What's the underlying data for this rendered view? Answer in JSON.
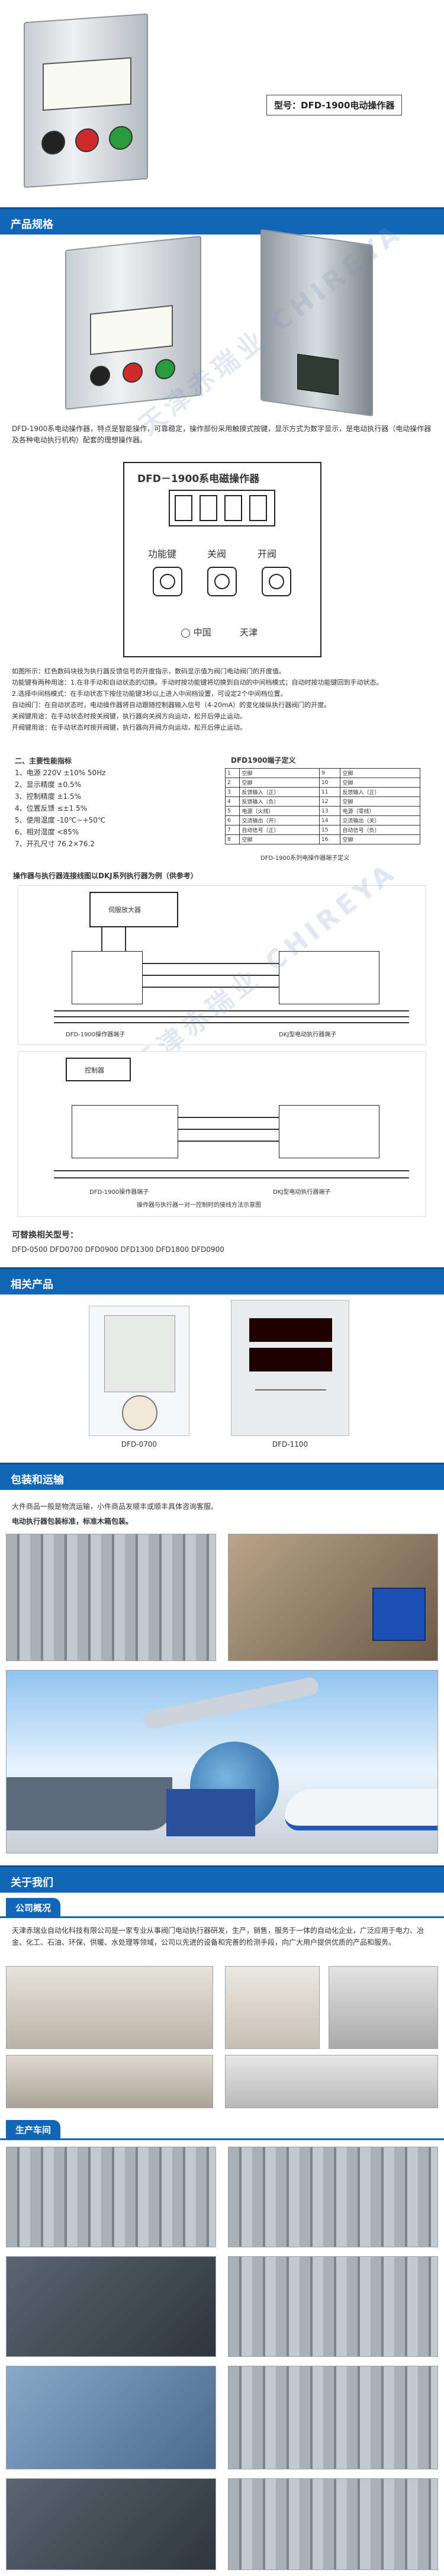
{
  "hero": {
    "model_caption": "型号：DFD-1900电动操作器"
  },
  "sections": {
    "specs": "产品规格",
    "related": "相关产品",
    "packing": "包装和运输",
    "about": "关于我们",
    "company_overview": "公司概况",
    "workshop": "生产车间"
  },
  "intro": "DFD-1900系电动操作器，特点是智能操作，可靠稳定，操作部份采用触摸式按键，显示方式为数字显示，是电动执行器（电动操作器及各种电动执行机构）配套的理想操作器。",
  "panel": {
    "title": "DFD－1900系电磁操作器",
    "keys": [
      "功能键",
      "关阀",
      "开阀"
    ],
    "footer": [
      "中国",
      "天津"
    ]
  },
  "desc_lines": [
    "如图所示：红色数码块技为执行器反馈信号的开度指示，数码显示值为阀门电动阀门的开度值。",
    "功能键有两种用途：1.在非手动和自动状态的切换。手动时按功能键将切换到自动的中间档模式；自动时按功能键回到手动状态。",
    "2.选择中间档模式：在手动状态下按住功能键3秒以上进入中间档设置，可设定2个中间档位置。",
    "自动阀门：在自动状态时，电动操作器将自动跟随控制器输入信号（4-20mA）的变化操纵执行器阀门的开度。",
    "关阀键用途：在手动状态时按关阀键，执行器向关阀方向运动，松开后停止运动。",
    "开阀键用途：在手动状态时按开阀键，执行器向开阀方向运动，松开后停止运动。"
  ],
  "params": {
    "heading": "二、主要性能指标",
    "items": [
      "1、电源 220V ±10% 50Hz",
      "2、显示精度 ±0.5%",
      "3、控制精度 ±1.5%",
      "4、位置反馈 ≤±1.5%",
      "5、使用温度 -10℃~+50℃",
      "6、相对湿度 <85%",
      "7、开孔尺寸 76.2×76.2"
    ]
  },
  "terminal": {
    "heading": "DFD1900端子定义",
    "rows": [
      [
        "1",
        "空脚",
        "9",
        "空脚"
      ],
      [
        "2",
        "空脚",
        "10",
        "空脚"
      ],
      [
        "3",
        "反馈输入（正）",
        "11",
        "反馈输入（正）"
      ],
      [
        "4",
        "反馈输入（负）",
        "12",
        "空脚"
      ],
      [
        "5",
        "电源（火线）",
        "13",
        "电源（零线）"
      ],
      [
        "6",
        "交流输出（开）",
        "14",
        "交流输出（关）"
      ],
      [
        "7",
        "自动信号（正）",
        "15",
        "自动信号（负）"
      ],
      [
        "8",
        "空脚",
        "16",
        "空脚"
      ]
    ],
    "caption": "DFD-1900系列电操作器端子定义"
  },
  "wiring": {
    "heading": "操作器与执行器连接线图以DKJ系列执行器为例（供参考）",
    "caption1": "DFD-1900操作器端子",
    "caption2": "DKJ型电动执行器端子",
    "caption3": "DFD-1900操作器端子",
    "caption4": "DKJ型电动执行器端子",
    "caption5": "操作器与执行器一对一控制时的接线方法示意图",
    "label_a": "伺服放大器",
    "label_b": "控制器"
  },
  "replace": {
    "heading": "可替换相关型号：",
    "models": "DFD-0500 DFD0700 DFD0900 DFD1300 DFD1800 DFD0900"
  },
  "related_products": [
    {
      "label": "DFD-0700"
    },
    {
      "label": "DFD-1100"
    }
  ],
  "packing_text": [
    "大件商品一般是物流运输，小件商品发顺丰或顺丰具体咨询客服。",
    "电动执行器包装标准，标准木箱包装。"
  ],
  "company": {
    "text": "天津赤瑞业自动化科技有限公司是一家专业从事阀门电动执行器研发，生产，销售，服务于一体的自动化企业，广泛应用于电力、冶金、化工、石油、环保、供暖、水处理等领域，公司以先进的设备和完善的检测手段，向广大用户提供优质的产品和服务。"
  },
  "watermark": "天津赤瑞业 CHIREYA",
  "colors": {
    "brand_blue": "#1266b8"
  }
}
